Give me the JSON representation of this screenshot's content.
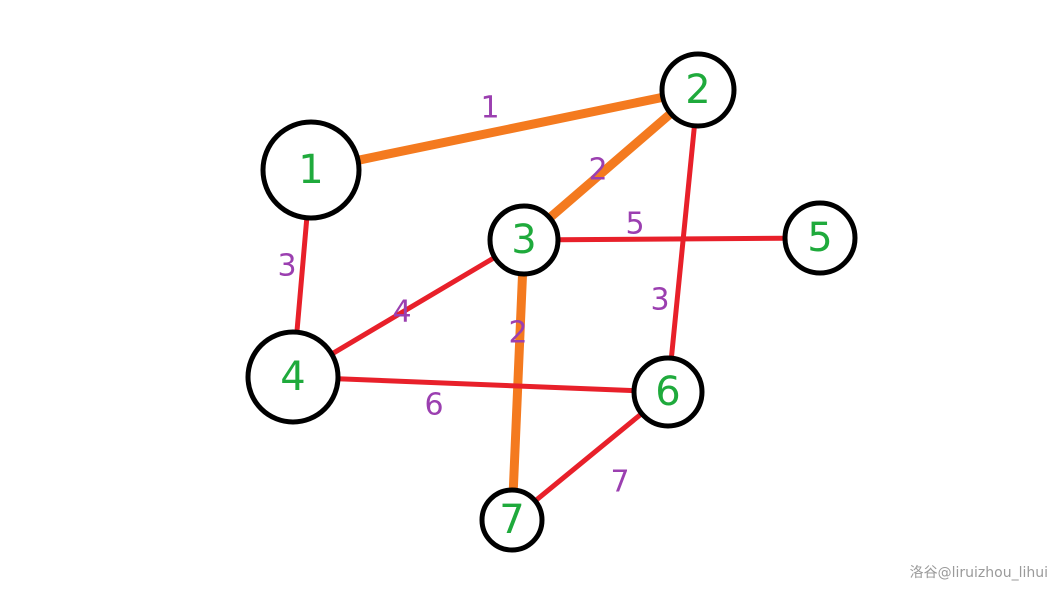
{
  "colors": {
    "edge": "#e8202a",
    "highlight": "#f47a1f",
    "node_label": "#1faa3c",
    "weight_label": "#9b3fb0",
    "node_stroke": "#000000"
  },
  "nodes": [
    {
      "id": "1",
      "label": "1"
    },
    {
      "id": "2",
      "label": "2"
    },
    {
      "id": "3",
      "label": "3"
    },
    {
      "id": "4",
      "label": "4"
    },
    {
      "id": "5",
      "label": "5"
    },
    {
      "id": "6",
      "label": "6"
    },
    {
      "id": "7",
      "label": "7"
    }
  ],
  "edges": [
    {
      "from": "1",
      "to": "2",
      "weight": "1",
      "highlighted": true
    },
    {
      "from": "2",
      "to": "3",
      "weight": "2",
      "highlighted": true
    },
    {
      "from": "1",
      "to": "4",
      "weight": "3",
      "highlighted": false
    },
    {
      "from": "3",
      "to": "4",
      "weight": "4",
      "highlighted": false
    },
    {
      "from": "3",
      "to": "5",
      "weight": "5",
      "highlighted": false
    },
    {
      "from": "2",
      "to": "6",
      "weight": "3",
      "highlighted": false
    },
    {
      "from": "3",
      "to": "7",
      "weight": "2",
      "highlighted": true
    },
    {
      "from": "4",
      "to": "6",
      "weight": "6",
      "highlighted": false
    },
    {
      "from": "6",
      "to": "7",
      "weight": "7",
      "highlighted": false
    }
  ],
  "watermark": "洛谷@liruizhou_lihui"
}
